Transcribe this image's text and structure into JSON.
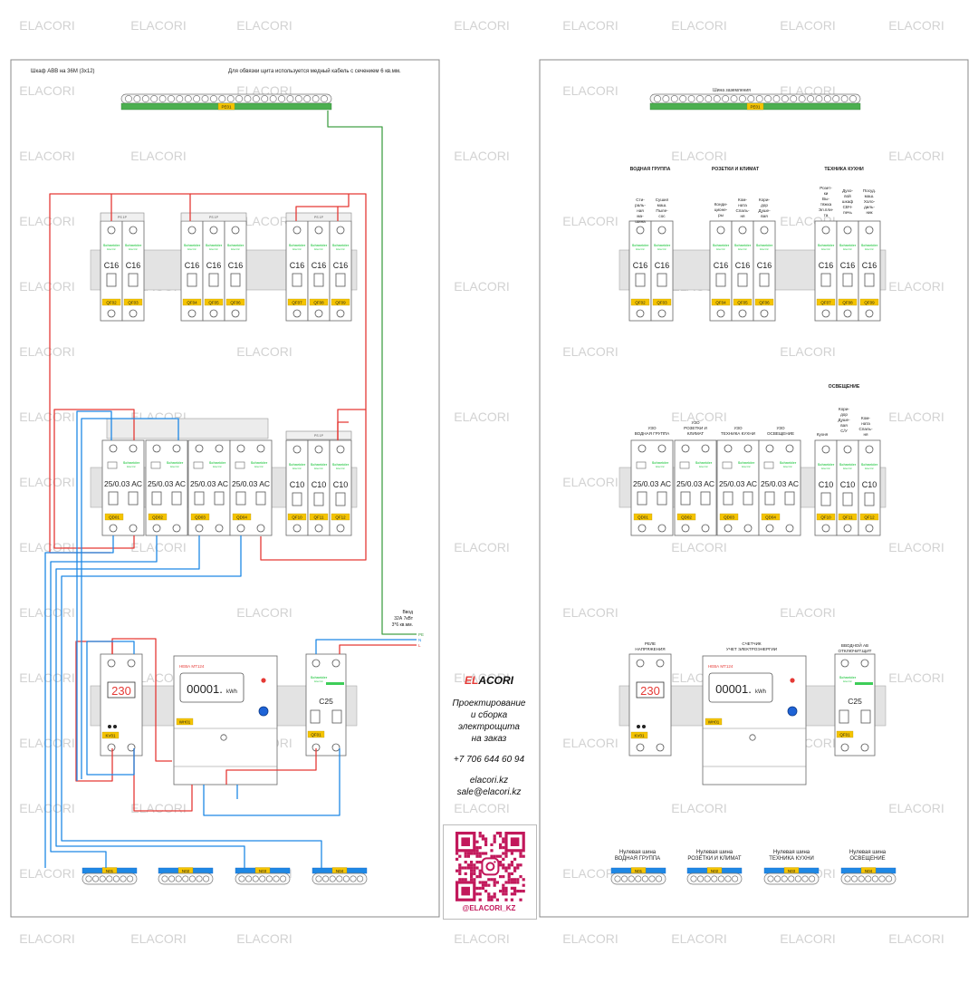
{
  "watermark": "ELACORI",
  "left_sheet": {
    "title": "Шкаф ABB на 36М (3х12)",
    "note": "Для обвязки щита используется медный кабель с сечением 6 кв.мм.",
    "ground_bus": "PE01",
    "row1": {
      "breakers": [
        {
          "rating": "C16",
          "tag": "QF02"
        },
        {
          "rating": "C16",
          "tag": "QF03"
        },
        {
          "rating": "C16",
          "tag": "QF04"
        },
        {
          "rating": "C16",
          "tag": "QF05"
        },
        {
          "rating": "C16",
          "tag": "QF06"
        },
        {
          "rating": "C16",
          "tag": "QF07"
        },
        {
          "rating": "C16",
          "tag": "QF08"
        },
        {
          "rating": "C16",
          "tag": "QF09"
        }
      ]
    },
    "row2": {
      "rcds": [
        {
          "rating": "25/0.03 AC",
          "tag": "QD01"
        },
        {
          "rating": "25/0.03 AC",
          "tag": "QD02"
        },
        {
          "rating": "25/0.03 AC",
          "tag": "QD03"
        },
        {
          "rating": "25/0.03 AC",
          "tag": "QD04"
        }
      ],
      "breakers": [
        {
          "rating": "C10",
          "tag": "QF10"
        },
        {
          "rating": "C10",
          "tag": "QF11"
        },
        {
          "rating": "C10",
          "tag": "QF12"
        }
      ]
    },
    "row3": {
      "relay_value": "230",
      "relay_tag": "KV01",
      "meter_brand": "НЕВА МТ124",
      "meter_value": "00001.",
      "meter_unit": "kWh",
      "meter_tag": "WH01",
      "main_rating": "C25",
      "main_tag": "QF01"
    },
    "input": {
      "l1": "Ввод",
      "l2": "32А 7кВт",
      "l3": "3*6 кв.мм.",
      "pe": "PE",
      "n": "N",
      "l": "L"
    },
    "neutral_buses": [
      "N01",
      "N02",
      "N03",
      "N04"
    ]
  },
  "right_sheet": {
    "ground_bus_title": "Шина заземления",
    "ground_bus": "PE01",
    "groups": [
      "ВОДНАЯ ГРУППА",
      "РОЗЕТКИ И КЛИМАТ",
      "ТЕХНИКА КУХНИ"
    ],
    "row1_labels": [
      [
        "Сти-",
        "раль-",
        "ная",
        "ма-",
        "шина"
      ],
      [
        "Сушил",
        "маш.",
        "Пыле-",
        "сос"
      ],
      [
        "Конди-",
        "ционе-",
        "ры"
      ],
      [
        "Ком-",
        "ната",
        "Спаль-",
        "ня"
      ],
      [
        "Кори-",
        "дор",
        "Душе-",
        "вая"
      ],
      [
        "Розет-",
        "ки",
        "Вы-",
        "тяжка",
        "Эл.пли-",
        "та"
      ],
      [
        "Духо-",
        "вой",
        "шкаф",
        "СВЧ-",
        "печь"
      ],
      [
        "Посуд.",
        "маш.",
        "Холо-",
        "диль-",
        "ник"
      ]
    ],
    "lighting_title": "ОСВЕЩЕНИЕ",
    "row2_labels": [
      [
        "УЗО",
        "ВОДНАЯ ГРУППА"
      ],
      [
        "УЗО",
        "РОЗЕТКИ И",
        "КЛИМАТ"
      ],
      [
        "УЗО",
        "ТЕХНИКА КУХНИ"
      ],
      [
        "УЗО",
        "ОСВЕЩЕНИЕ"
      ],
      [
        "Кухня"
      ],
      [
        "Кори-",
        "дор",
        "Душе-",
        "вая",
        "С/У"
      ],
      [
        "Ком-",
        "ната",
        "Спаль-",
        "ня"
      ]
    ],
    "row3_labels": {
      "relay": [
        "РЕЛЕ",
        "НАПРЯЖЕНИЯ"
      ],
      "meter": [
        "СЧЕТЧИК",
        "УЧЕТ ЭЛЕКТРОЭНЕРГИИ"
      ],
      "main": [
        "ВВОДНОЙ АВ",
        "ОТКЛЮЧИТ.ЩИТ"
      ]
    },
    "neutral_labels": [
      [
        "Нулевая шина",
        "ВОДНАЯ ГРУППА"
      ],
      [
        "Нулевая шина",
        "РОЗЕТКИ И КЛИМАТ"
      ],
      [
        "Нулевая шина",
        "ТЕХНИКА КУХНИ"
      ],
      [
        "Нулевая шина",
        "ОСВЕЩЕНИЕ"
      ]
    ]
  },
  "brand": {
    "name_accent": "EL",
    "name_rest": "ACORI",
    "tagline": [
      "Проектирование",
      "и сборка",
      "электрощита",
      "на заказ"
    ],
    "phone": "+7 706 644 60 94",
    "site": "elacori.kz",
    "email": "sale@elacori.kz",
    "instagram": "@ELACORI_KZ"
  },
  "colors": {
    "phase": "#e53935",
    "neutral": "#1e88e5",
    "earth": "#43a047",
    "tag": "#f5c400",
    "device_border": "#666666",
    "schneider": "#3dcd58",
    "qr": "#c2185b"
  }
}
